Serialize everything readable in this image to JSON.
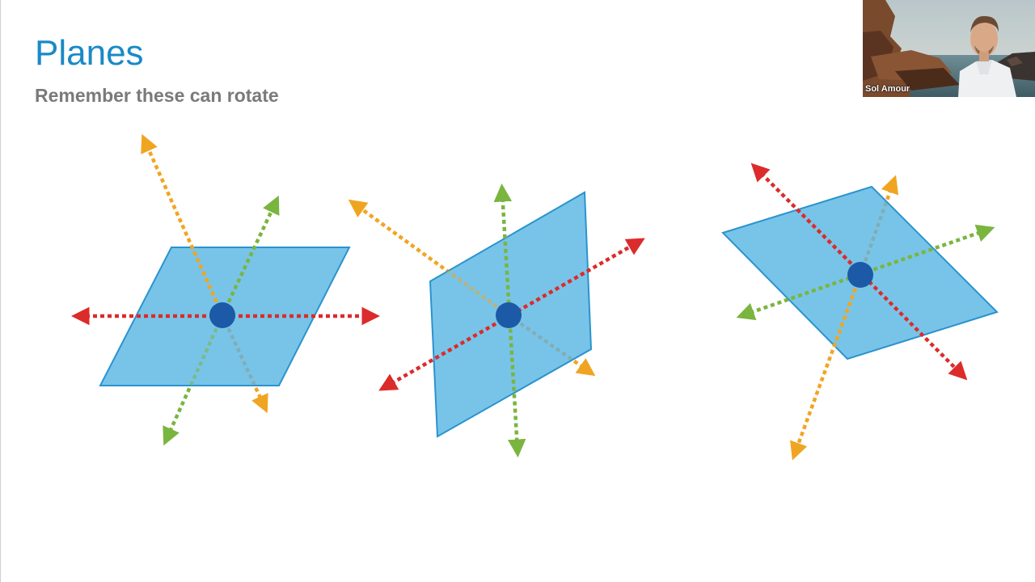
{
  "slide": {
    "title": "Planes",
    "subtitle": "Remember these can rotate"
  },
  "webcam": {
    "name": "Sol Amour"
  },
  "colors": {
    "title": "#1a8ac6",
    "subtitle": "#7a7a7a",
    "plane_fill": "#78c4e8",
    "plane_stroke": "#2a93cf",
    "point": "#1c5aa8",
    "axis_red": "#dc2b2b",
    "axis_green": "#7ab540",
    "axis_orange": "#f0a522",
    "axis_behind": "#8a9c8a"
  },
  "planes": [
    {
      "id": "plane-1",
      "axes": [
        {
          "axis": "horizontal",
          "color": "red"
        },
        {
          "axis": "diagonal",
          "color": "orange"
        },
        {
          "axis": "diagonal",
          "color": "green"
        }
      ]
    },
    {
      "id": "plane-2",
      "axes": [
        {
          "axis": "diagonal",
          "color": "red"
        },
        {
          "axis": "diagonal",
          "color": "orange"
        },
        {
          "axis": "vertical",
          "color": "green"
        }
      ]
    },
    {
      "id": "plane-3",
      "axes": [
        {
          "axis": "diagonal",
          "color": "red"
        },
        {
          "axis": "diagonal",
          "color": "orange"
        },
        {
          "axis": "diagonal",
          "color": "green"
        }
      ]
    }
  ]
}
